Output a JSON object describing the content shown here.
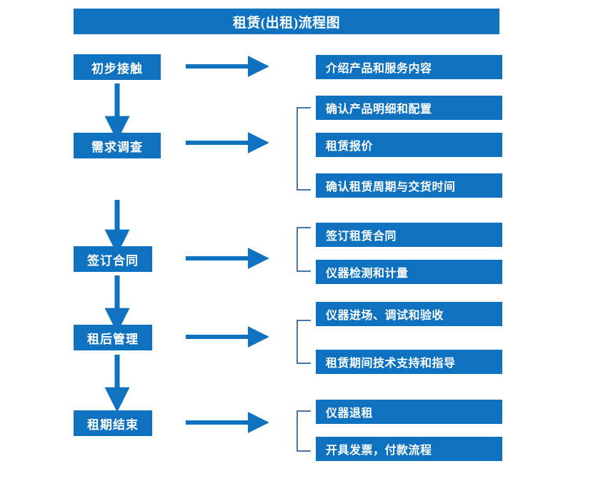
{
  "chart_data": {
    "type": "diagram",
    "title": "租赁(出租)流程图",
    "diagram_kind": "flowchart",
    "orientation": "vertical-with-side-branches",
    "accent_color": "#0f72c0",
    "bracket_color": "#4a72ab",
    "text_color": "#ffffff",
    "background_color": "#ffffff",
    "stage_count": 5,
    "detail_count": 10
  },
  "title": "租赁(出租)流程图",
  "stages": [
    {
      "id": "stage-1",
      "label": "初步接触",
      "arrow": "right-arrow-1",
      "details": [
        {
          "id": "detail-1-1",
          "label": "介绍产品和服务内容"
        }
      ],
      "bracket": false
    },
    {
      "id": "stage-2",
      "label": "需求调查",
      "arrow": "right-arrow-2",
      "details": [
        {
          "id": "detail-2-1",
          "label": "确认产品明细和配置"
        },
        {
          "id": "detail-2-2",
          "label": "租赁报价"
        },
        {
          "id": "detail-2-3",
          "label": "确认租赁周期与交货时间"
        }
      ],
      "bracket": true
    },
    {
      "id": "stage-3",
      "label": "签订合同",
      "arrow": "right-arrow-3",
      "details": [
        {
          "id": "detail-3-1",
          "label": "签订租赁合同"
        },
        {
          "id": "detail-3-2",
          "label": "仪器检测和计量"
        }
      ],
      "bracket": true
    },
    {
      "id": "stage-4",
      "label": "租后管理",
      "arrow": "right-arrow-4",
      "details": [
        {
          "id": "detail-4-1",
          "label": "仪器进场、调试和验收"
        },
        {
          "id": "detail-4-2",
          "label": "租赁期间技术支持和指导"
        }
      ],
      "bracket": true
    },
    {
      "id": "stage-5",
      "label": "租期结束",
      "arrow": "right-arrow-5",
      "details": [
        {
          "id": "detail-5-1",
          "label": "仪器退租"
        },
        {
          "id": "detail-5-2",
          "label": "开具发票，付款流程"
        }
      ],
      "bracket": true
    }
  ],
  "connectors": {
    "down_arrow_label": "down-arrow",
    "right_arrow_label": "right-arrow"
  }
}
